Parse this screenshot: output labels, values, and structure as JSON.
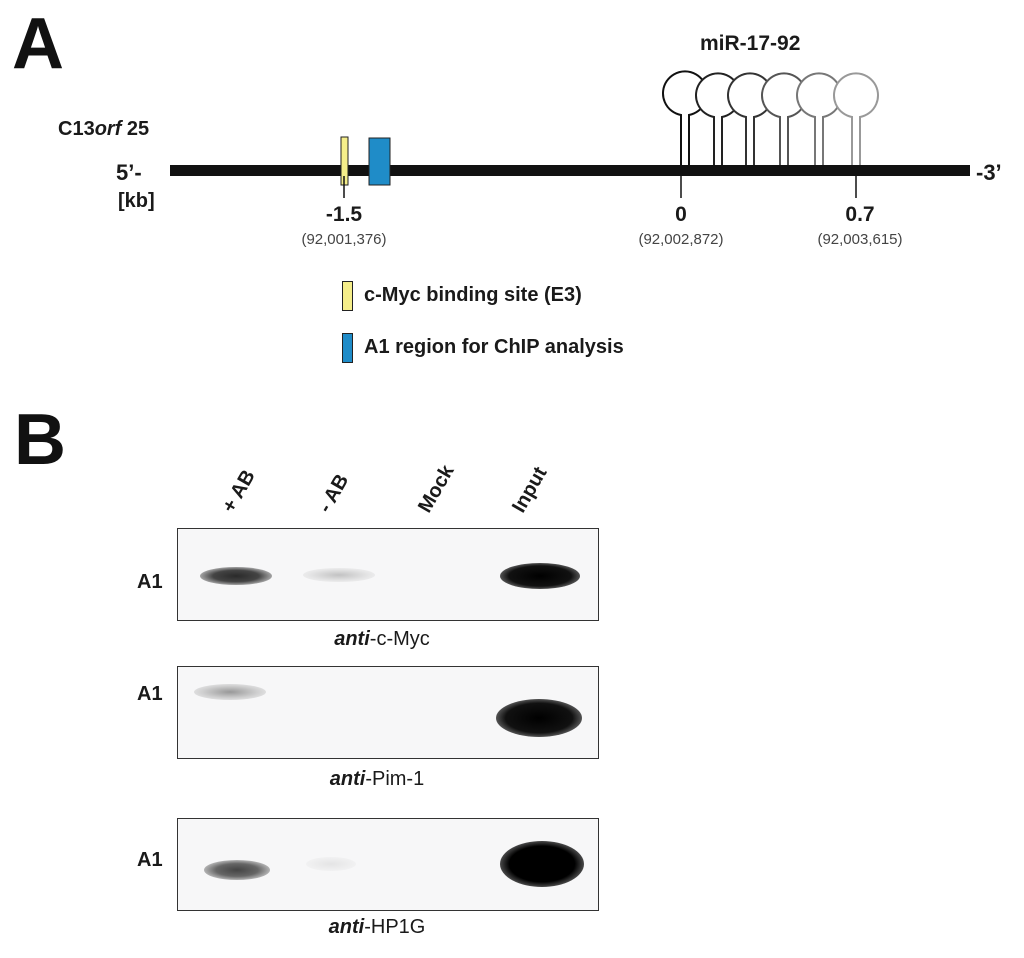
{
  "panel_a": {
    "letter": "A",
    "cluster_label": "miR-17-92",
    "gene_prefix": "C13",
    "gene_italic": "orf",
    "gene_suffix": " 25",
    "five_prime": "5’-",
    "three_prime": "-3’",
    "unit": "[kb]",
    "positions": [
      {
        "label": "-1.5",
        "coord": "(92,001,376)"
      },
      {
        "label": "0",
        "coord": "(92,002,872)"
      },
      {
        "label": "0.7",
        "coord": "(92,003,615)"
      }
    ],
    "legend": [
      {
        "text": "c-Myc binding site (E3)",
        "color": "#f5ee8a"
      },
      {
        "text": "A1 region for ChIP analysis",
        "color": "#1f8cc8"
      }
    ]
  },
  "panel_b": {
    "letter": "B",
    "lanes": [
      "+ AB",
      "- AB",
      "Mock",
      "Input"
    ],
    "row_label": "A1",
    "antibodies": [
      {
        "prefix": "anti",
        "name": "-c-Myc"
      },
      {
        "prefix": "anti",
        "name": "-Pim-1"
      },
      {
        "prefix": "anti",
        "name": "-HP1G"
      }
    ]
  }
}
